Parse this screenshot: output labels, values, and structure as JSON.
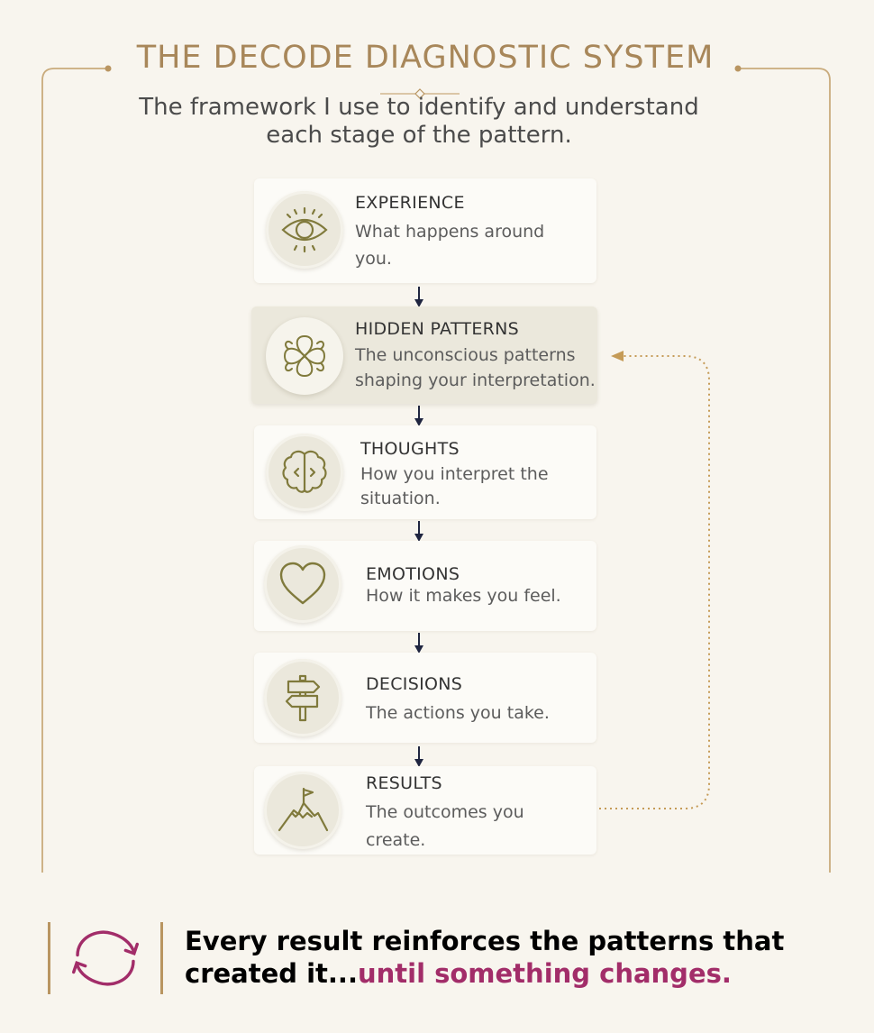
{
  "header": {
    "title": "THE DECODE DIAGNOSTIC SYSTEM",
    "subtitle": "The framework I use to identify and understand each stage of the pattern."
  },
  "steps": [
    {
      "title": "EXPERIENCE",
      "description": "What happens around you.",
      "icon": "eye-icon"
    },
    {
      "title": "HIDDEN PATTERNS",
      "description": "The unconscious patterns shaping your interpretation.",
      "icon": "knot-pattern-icon"
    },
    {
      "title": "THOUGHTS",
      "description": "How you interpret the situation.",
      "icon": "brain-icon"
    },
    {
      "title": "EMOTIONS",
      "description": "How it makes you feel.",
      "icon": "heart-icon"
    },
    {
      "title": "DECISIONS",
      "description": "The actions you take.",
      "icon": "signpost-icon"
    },
    {
      "title": "RESULTS",
      "description": "The outcomes you create.",
      "icon": "mountain-flag-icon"
    }
  ],
  "footer": {
    "text_main": "Every result reinforces the patterns that created it...",
    "text_accent": "until something changes.",
    "icon": "refresh-cycle-icon"
  },
  "colors": {
    "gold": "#b99561",
    "title_gold": "#a8875a",
    "icon_olive": "#807a3c",
    "accent_magenta": "#a22d69",
    "arrow_navy": "#1f2540"
  }
}
